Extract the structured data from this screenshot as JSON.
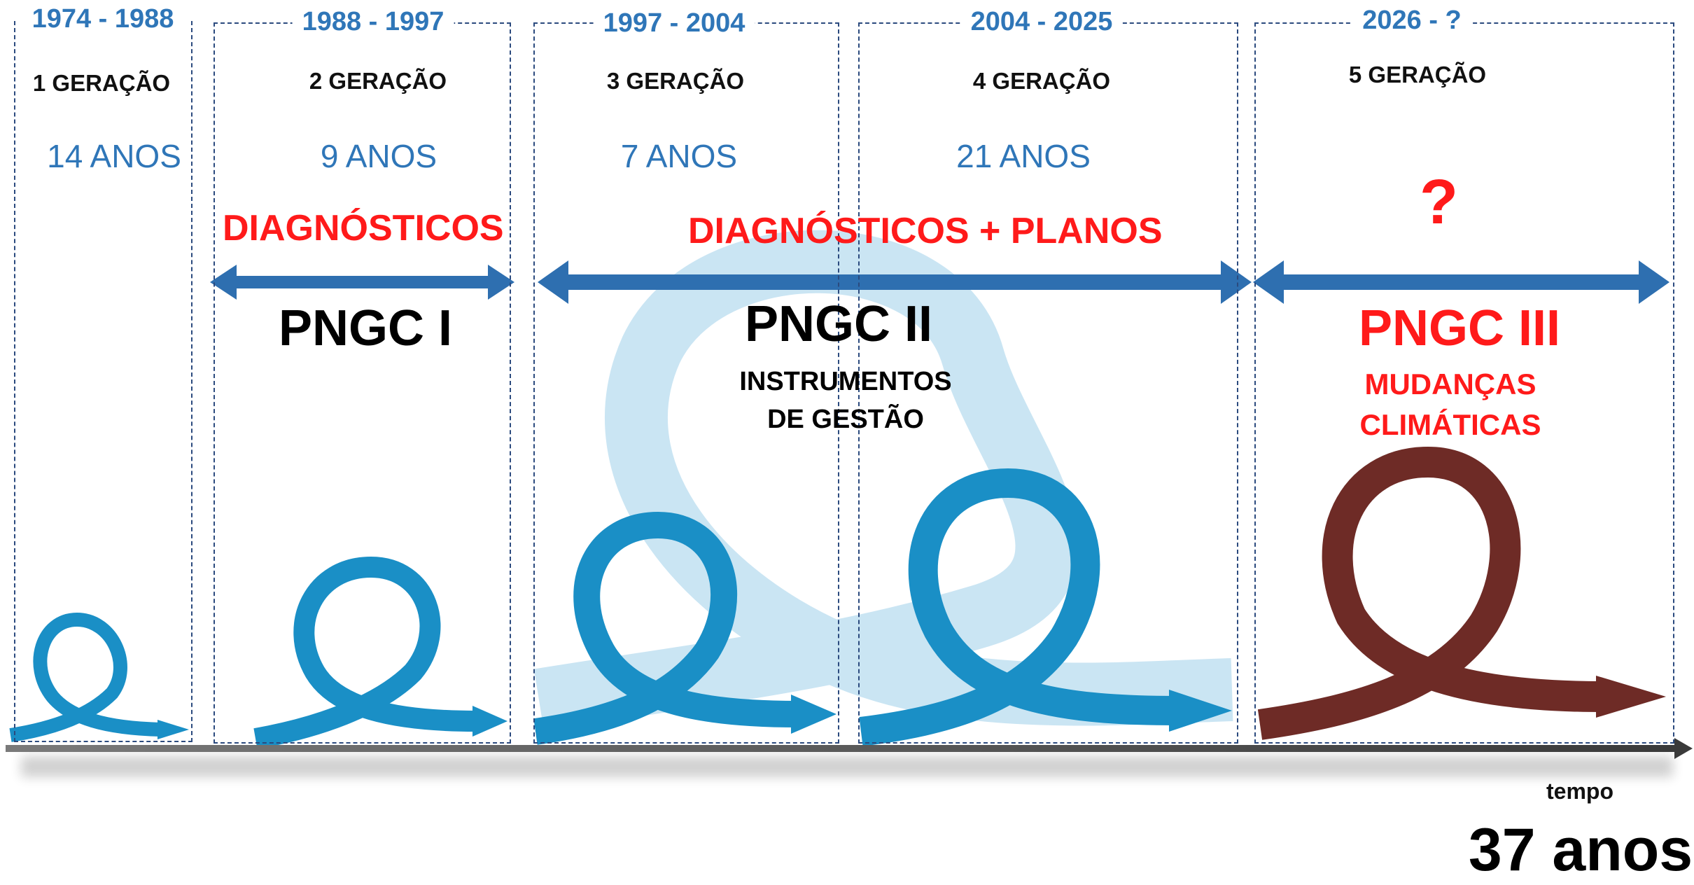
{
  "periods": [
    {
      "range": "1974 - 1988",
      "generation": "1 GERAÇÃO",
      "duration": "14 ANOS"
    },
    {
      "range": "1988 - 1997",
      "generation": "2 GERAÇÃO",
      "duration": "9 ANOS"
    },
    {
      "range": "1997 - 2004",
      "generation": "3 GERAÇÃO",
      "duration": "7 ANOS"
    },
    {
      "range": "2004 - 2025",
      "generation": "4 GERAÇÃO",
      "duration": "21 ANOS"
    },
    {
      "range": "2026 - ?",
      "generation": "5 GERAÇÃO",
      "mark": "?"
    }
  ],
  "phases": [
    {
      "label": "DIAGNÓSTICOS"
    },
    {
      "label": "DIAGNÓSTICOS + PLANOS"
    }
  ],
  "plans": [
    {
      "name": "PNGC I"
    },
    {
      "name": "PNGC II",
      "subtitle_line1": "INSTRUMENTOS",
      "subtitle_line2": "DE GESTÃO"
    },
    {
      "name": "PNGC III",
      "subtitle_line1": "MUDANÇAS",
      "subtitle_line2": "CLIMÁTICAS"
    }
  ],
  "axis": {
    "label": "tempo",
    "total": "37 anos"
  },
  "colors": {
    "period_text": "#2f76b8",
    "highlight_red": "#ff1a1a",
    "arrow_blue": "#2e6fb0",
    "loop_blue": "#1a8fc6",
    "loop_light": "#a9d7ec",
    "loop_brown": "#6e2b26",
    "axis": "#4a4a4a"
  }
}
